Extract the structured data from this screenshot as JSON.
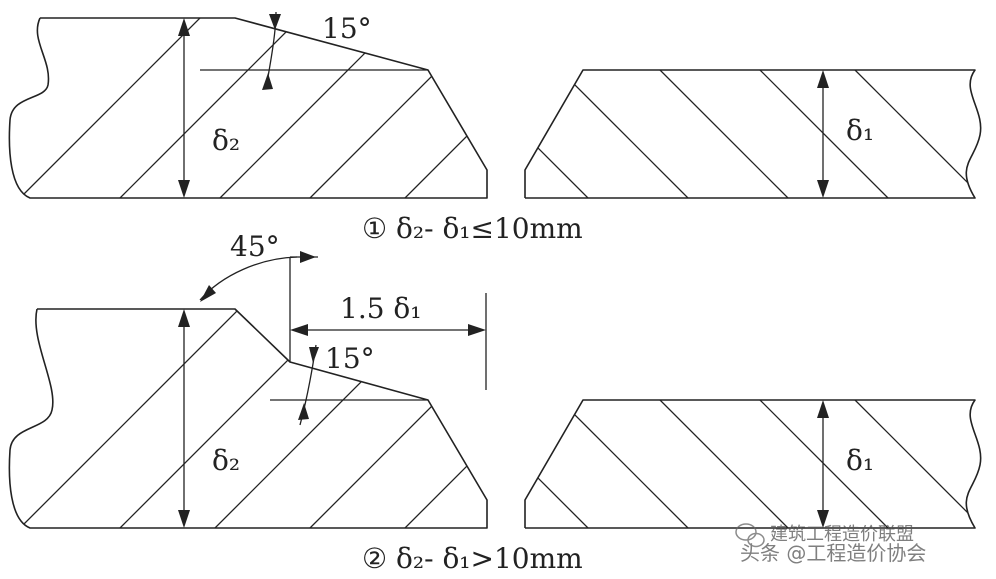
{
  "figure_1": {
    "angle_label": "15°",
    "delta2_label": "δ₂",
    "delta1_label": "δ₁",
    "caption": "① δ₂- δ₁≤10mm"
  },
  "figure_2": {
    "angle_45_label": "45°",
    "angle_15_label": "15°",
    "offset_label": "1.5 δ₁",
    "delta2_label": "δ₂",
    "delta1_label": "δ₁",
    "caption": "② δ₂- δ₁>10mm"
  },
  "watermark": {
    "line1": "建筑工程造价联盟",
    "line2": "头条 @工程造价协会"
  }
}
